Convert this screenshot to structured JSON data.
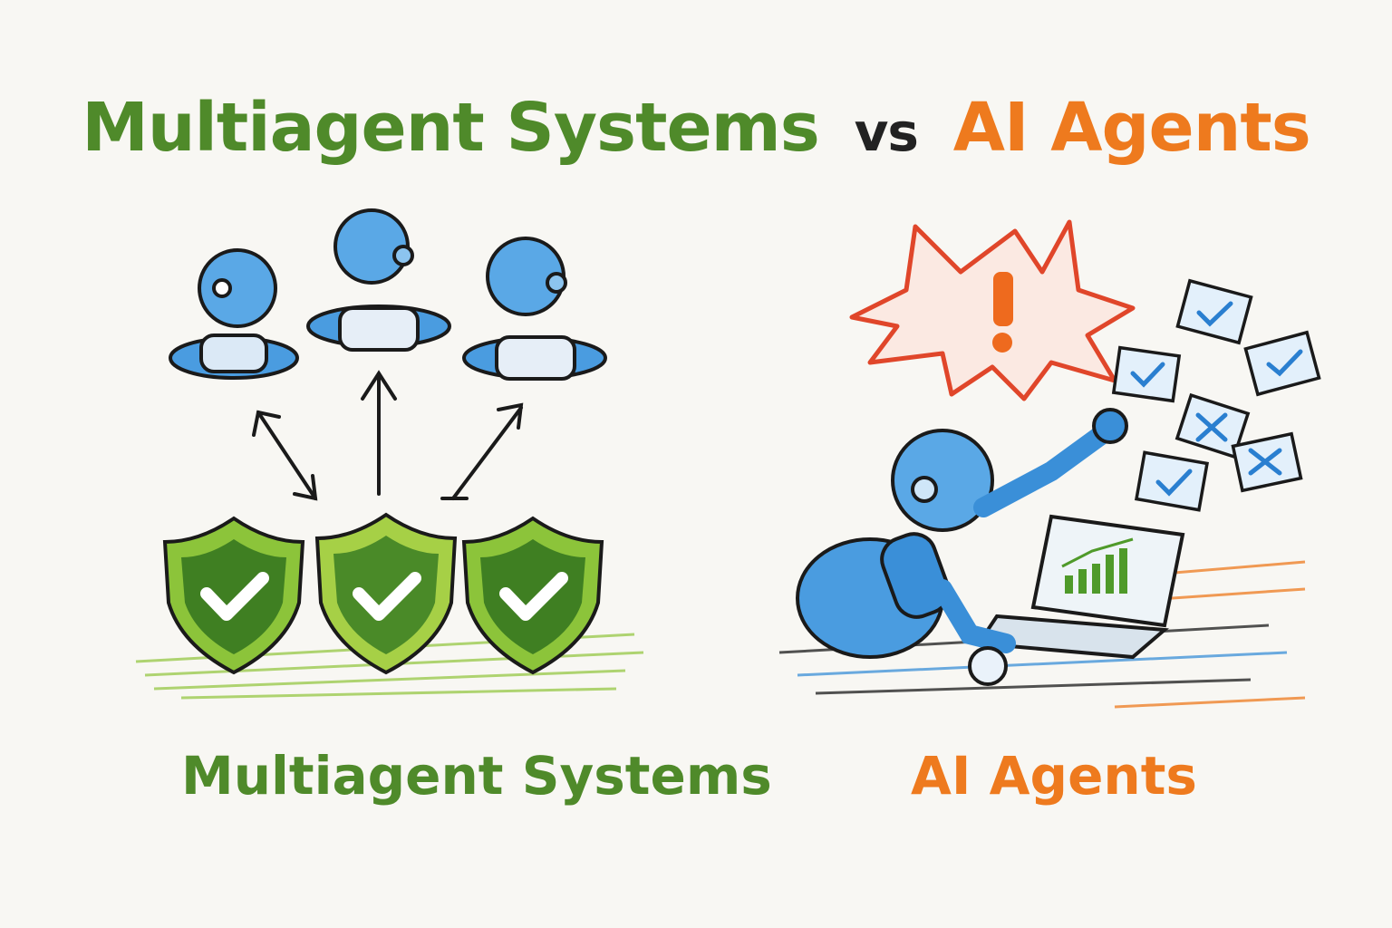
{
  "title": {
    "left": "Multiagent Systems",
    "vs": "vs",
    "right": "AI Agents"
  },
  "labels": {
    "left": "Multiagent Systems",
    "right": "AI Agents"
  },
  "colors": {
    "green": "#4f8a2a",
    "orange": "#ee7a1e",
    "blue": "#3a8fd8",
    "red": "#e0462a",
    "dark": "#222222"
  },
  "icons": [
    "robot-icon",
    "arrow-icon",
    "shield-check-icon",
    "warning-burst-icon",
    "checkbox-icon",
    "laptop-chart-icon"
  ]
}
